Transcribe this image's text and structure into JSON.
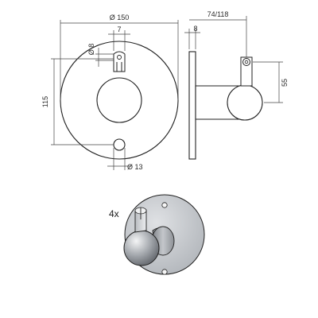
{
  "dimensions": {
    "plate_diameter": "Ø 150",
    "slot_width": "7",
    "pin_diameter": "Ø 8",
    "vertical_spacing": "115",
    "hole_diameter": "Ø 13",
    "plate_thickness": "8",
    "projection": "74/118",
    "height_offset": "55"
  },
  "quantity_label": "4x",
  "colors": {
    "line": "#222222",
    "dimension": "#444444",
    "plate_fill": "#c9ccd1",
    "metal_dark": "#8a8e94",
    "metal_light": "#e8eaec"
  }
}
